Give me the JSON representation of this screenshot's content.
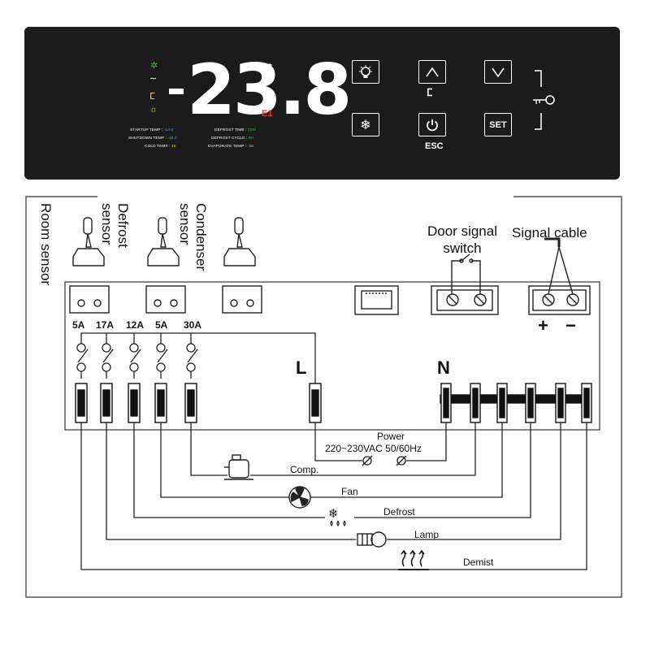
{
  "display": {
    "digits": "23.8",
    "unit": "°C",
    "error_code": "E1",
    "params": [
      {
        "label": "STARTUP TEMP :",
        "value": "-14.0",
        "color": "#5aa0ff"
      },
      {
        "label": "SHUTDOWN TEMP :",
        "value": "-18.0",
        "color": "#5aa0ff"
      },
      {
        "label": "COLD TEMP :",
        "value": "45",
        "color": "#e8d43a"
      }
    ],
    "params_right": [
      {
        "label": "DEFROST TIME :",
        "value": "20M",
        "color": "#3cc13c"
      },
      {
        "label": "DEFROST CYCLE :",
        "value": "6H",
        "color": "#3cc13c"
      },
      {
        "label": "EVAPORATE TEMP :",
        "value": "-28",
        "color": "#e8d43a"
      }
    ]
  },
  "buttons": {
    "lamp": "lamp-icon",
    "up": "up-arrow-icon",
    "down": "down-arrow-icon",
    "defrost": "snowflake-icon",
    "power": "power-icon",
    "set_label": "SET",
    "esc_label": "ESC"
  },
  "diagram": {
    "sensors": [
      "Room sensor",
      "Defrost\nsensor",
      "Condenser\nsensor"
    ],
    "amps": [
      "5A",
      "17A",
      "12A",
      "5A",
      "30A"
    ],
    "live_label": "L",
    "neutral_label": "N",
    "door_signal": "Door signal\nswitch",
    "signal_cable": "Signal cable",
    "plus": "+",
    "minus": "−",
    "power_label": "Power",
    "power_spec": "220~230VAC 50/60Hz",
    "loads": [
      "Comp.",
      "Fan",
      "Defrost",
      "Lamp",
      "Demist"
    ]
  }
}
